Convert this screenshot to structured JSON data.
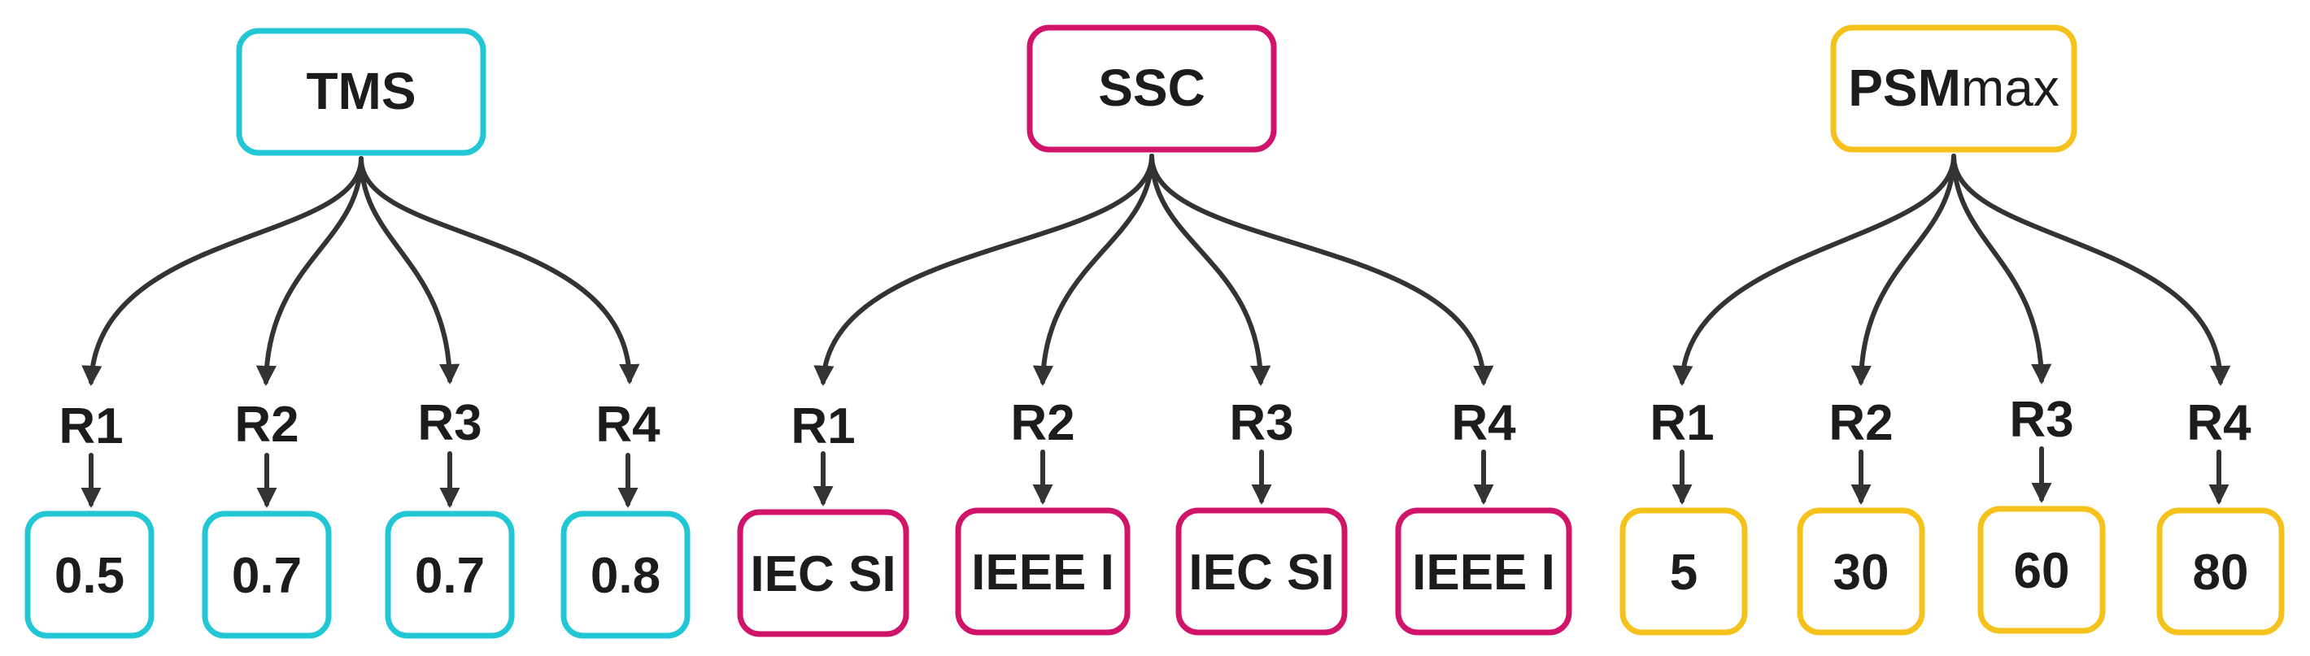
{
  "groups": [
    {
      "root": "TMS",
      "root_suffix": "",
      "color": "#22c7d6",
      "relays": [
        {
          "label": "R1",
          "value": "0.5"
        },
        {
          "label": "R2",
          "value": "0.7"
        },
        {
          "label": "R3",
          "value": "0.7"
        },
        {
          "label": "R4",
          "value": "0.8"
        }
      ]
    },
    {
      "root": "SSC",
      "root_suffix": "",
      "color": "#d0146a",
      "relays": [
        {
          "label": "R1",
          "value": "IEC SI"
        },
        {
          "label": "R2",
          "value": "IEEE I"
        },
        {
          "label": "R3",
          "value": "IEC SI"
        },
        {
          "label": "R4",
          "value": "IEEE I"
        }
      ]
    },
    {
      "root": "PSM",
      "root_suffix": "max",
      "color": "#f5c21b",
      "relays": [
        {
          "label": "R1",
          "value": "5"
        },
        {
          "label": "R2",
          "value": "30"
        },
        {
          "label": "R3",
          "value": "60"
        },
        {
          "label": "R4",
          "value": "80"
        }
      ]
    }
  ]
}
